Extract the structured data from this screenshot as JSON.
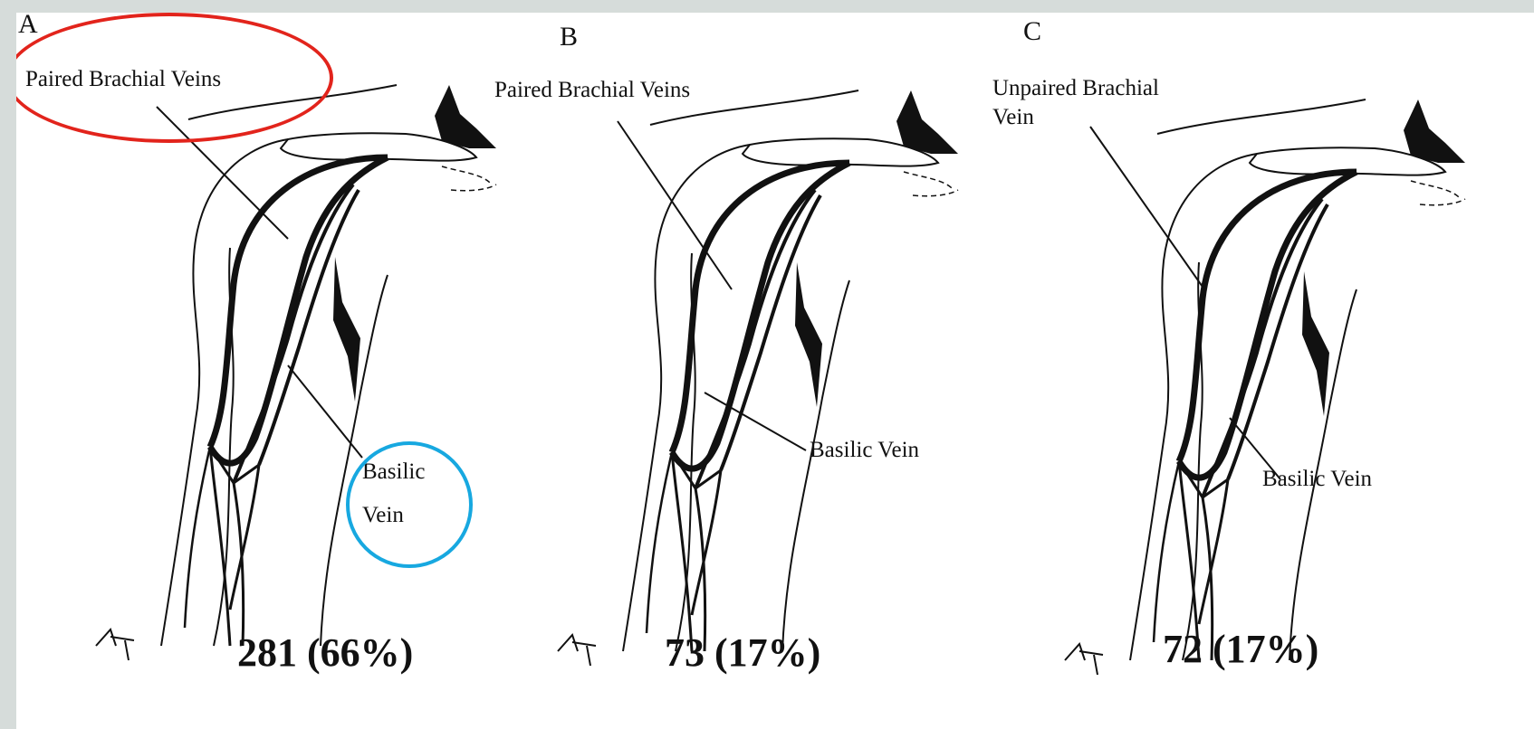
{
  "panels": [
    {
      "letter": "A",
      "brachial_label": "Paired Brachial Veins",
      "basilic_label_line1": "Basilic",
      "basilic_label_line2": "Vein",
      "count": "281 (66%)"
    },
    {
      "letter": "B",
      "brachial_label": "Paired Brachial Veins",
      "basilic_label": "Basilic Vein",
      "count": "73 (17%)"
    },
    {
      "letter": "C",
      "brachial_label_line1": "Unpaired Brachial",
      "brachial_label_line2": "Vein",
      "basilic_label": "Basilic Vein",
      "count": "72 (17%)"
    }
  ],
  "highlights": {
    "red_ring_color": "#e2241c",
    "blue_ring_color": "#17a8e0"
  }
}
